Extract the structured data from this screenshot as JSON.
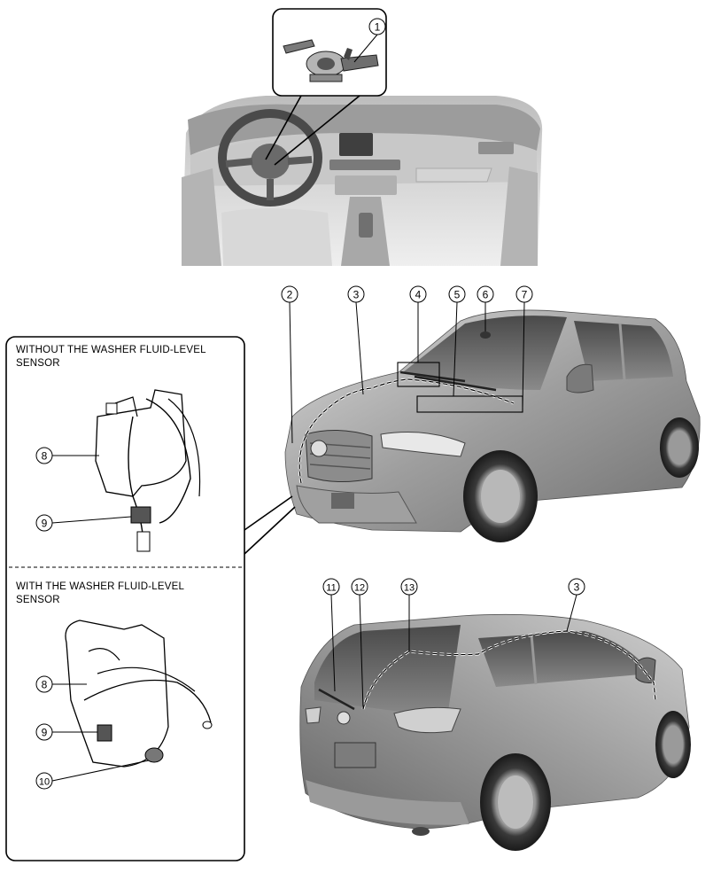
{
  "insets": {
    "without_sensor": "WITHOUT THE WASHER FLUID-LEVEL SENSOR",
    "with_sensor": "WITH THE WASHER FLUID-LEVEL SENSOR"
  },
  "callouts": {
    "c1": "1",
    "c2": "2",
    "c3": "3",
    "c4": "4",
    "c5": "5",
    "c6": "6",
    "c7": "7",
    "c8": "8",
    "c9": "9",
    "c10": "10",
    "c11": "11",
    "c12": "12",
    "c13": "13"
  }
}
